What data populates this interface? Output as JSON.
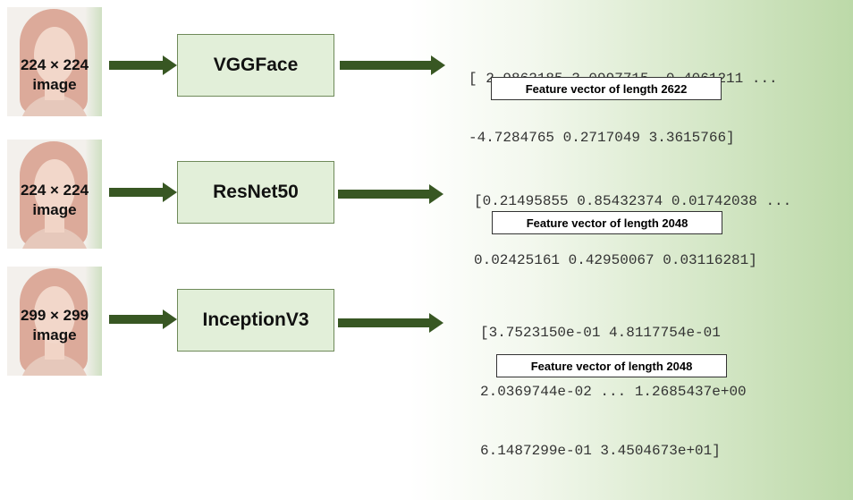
{
  "rows": [
    {
      "input_size": "224 × 224",
      "input_word": "image",
      "model": "VGGFace",
      "vector_lines": [
        "[ 2.9862185 3.0997715 -0.4061211 ...",
        "-4.7284765 0.2717049 3.3615766]"
      ],
      "feature_label": "Feature vector of length 2622"
    },
    {
      "input_size": "224 × 224",
      "input_word": "image",
      "model": "ResNet50",
      "vector_lines": [
        "[0.21495855 0.85432374 0.01742038 ...",
        "0.02425161 0.42950067 0.03116281]"
      ],
      "feature_label": "Feature vector of length 2048"
    },
    {
      "input_size": "299 × 299",
      "input_word": "image",
      "model": "InceptionV3",
      "vector_lines": [
        "[3.7523150e-01 4.8117754e-01",
        "2.0369744e-02 ... 1.2685437e+00",
        "6.1487299e-01 3.4504673e+01]"
      ],
      "feature_label": "Feature vector of length 2048"
    }
  ],
  "colors": {
    "arrow": "#385723",
    "model_box": "#e2efd9",
    "background_accent": "#bcd9a8"
  }
}
